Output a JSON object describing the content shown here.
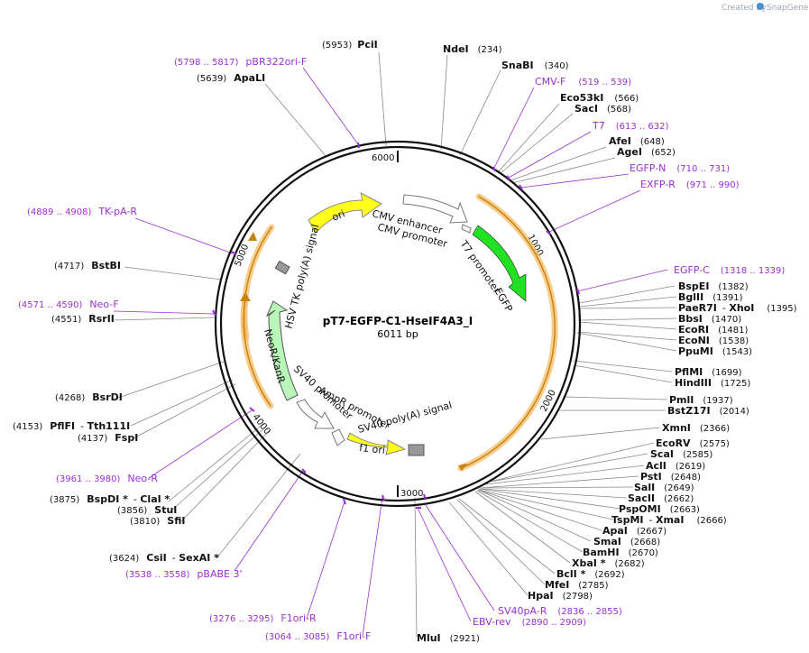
{
  "brand": {
    "created_by": "Created by",
    "name": "SnapGene"
  },
  "plasmid": {
    "name": "pT7-EGFP-C1-HseIF4A3_I",
    "length_label": "6011 bp"
  },
  "ticks": [
    "1000",
    "2000",
    "3000",
    "4000",
    "5000",
    "6000"
  ],
  "colors": {
    "primer": "#9b30d0",
    "egfp": "#22e022",
    "ori": "#ffff1a",
    "f1ori": "#ffff1a",
    "neor": "#b8f7b8",
    "orange_band": "#f5c070",
    "gray_feature": "#ffffff",
    "polyA_box": "#999999"
  },
  "features": [
    {
      "name": "ori",
      "kind": "yellow-arrow"
    },
    {
      "name": "CMV enhancer",
      "kind": "white-arrow"
    },
    {
      "name": "CMV promoter",
      "kind": "white-arrow"
    },
    {
      "name": "T7 promoter",
      "kind": "white-arrow"
    },
    {
      "name": "EGFP",
      "kind": "green-arrow"
    },
    {
      "name": "HSV TK poly(A) signal",
      "kind": "gray-box"
    },
    {
      "name": "NeoR/KanR",
      "kind": "light-green-arrow"
    },
    {
      "name": "SV40 promoter",
      "kind": "white-arrow"
    },
    {
      "name": "AmpR promoter",
      "kind": "white-arrow"
    },
    {
      "name": "SV40 poly(A) signal",
      "kind": "gray-box"
    },
    {
      "name": "f1 ori",
      "kind": "yellow-arrow"
    }
  ],
  "labels": [
    {
      "id": "pcii",
      "pos": "(5953)",
      "name": "PciI",
      "type": "enzyme"
    },
    {
      "id": "ndei",
      "name": "NdeI",
      "pos": "(234)",
      "type": "enzyme"
    },
    {
      "id": "snabi",
      "name": "SnaBI",
      "pos": "(340)",
      "type": "enzyme"
    },
    {
      "id": "cmvf",
      "name": "CMV-F",
      "pos": "(519 .. 539)",
      "type": "primer"
    },
    {
      "id": "eco53ki",
      "name": "Eco53kI",
      "pos": "(566)",
      "type": "enzyme"
    },
    {
      "id": "saci",
      "name": "SacI",
      "pos": "(568)",
      "type": "enzyme"
    },
    {
      "id": "t7",
      "name": "T7",
      "pos": "(613 .. 632)",
      "type": "primer"
    },
    {
      "id": "afei",
      "name": "AfeI",
      "pos": "(648)",
      "type": "enzyme"
    },
    {
      "id": "agei",
      "name": "AgeI",
      "pos": "(652)",
      "type": "enzyme"
    },
    {
      "id": "egfpn",
      "name": "EGFP-N",
      "pos": "(710 .. 731)",
      "type": "primer"
    },
    {
      "id": "exfpr",
      "name": "EXFP-R",
      "pos": "(971 .. 990)",
      "type": "primer"
    },
    {
      "id": "pbr322",
      "pos": "(5798 .. 5817)",
      "name": "pBR322ori-F",
      "type": "primer"
    },
    {
      "id": "apali",
      "pos": "(5639)",
      "name": "ApaLI",
      "type": "enzyme"
    },
    {
      "id": "tkpa",
      "pos": "(4889 .. 4908)",
      "name": "TK-pA-R",
      "type": "primer"
    },
    {
      "id": "bstbi",
      "pos": "(4717)",
      "name": "BstBI",
      "type": "enzyme"
    },
    {
      "id": "neof",
      "pos": "(4571 .. 4590)",
      "name": "Neo-F",
      "type": "primer"
    },
    {
      "id": "rsrii",
      "pos": "(4551)",
      "name": "RsrII",
      "type": "enzyme"
    },
    {
      "id": "bsrdi",
      "pos": "(4268)",
      "name": "BsrDI",
      "type": "enzyme"
    },
    {
      "id": "pflfi",
      "pos": "(4153)",
      "name": "PflFI",
      "name2": "Tth111I",
      "type": "enzyme"
    },
    {
      "id": "fspi",
      "pos": "(4137)",
      "name": "FspI",
      "type": "enzyme"
    },
    {
      "id": "neor",
      "pos": "(3961 .. 3980)",
      "name": "Neo-R",
      "type": "primer"
    },
    {
      "id": "bspdi",
      "pos": "(3875)",
      "name": "BspDI *",
      "name2": "ClaI *",
      "type": "enzyme"
    },
    {
      "id": "stui",
      "pos": "(3856)",
      "name": "StuI",
      "type": "enzyme"
    },
    {
      "id": "sfii",
      "pos": "(3810)",
      "name": "SfiI",
      "type": "enzyme"
    },
    {
      "id": "csii",
      "pos": "(3624)",
      "name": "CsiI",
      "name2": "SexAI *",
      "type": "enzyme"
    },
    {
      "id": "pbabe",
      "pos": "(3538 .. 3558)",
      "name": "pBABE 3'",
      "type": "primer"
    },
    {
      "id": "f1orir",
      "pos": "(3276 .. 3295)",
      "name": "F1ori-R",
      "type": "primer"
    },
    {
      "id": "f1orif",
      "pos": "(3064 .. 3085)",
      "name": "F1ori-F",
      "type": "primer"
    },
    {
      "id": "mlui",
      "name": "MluI",
      "pos": "(2921)",
      "type": "enzyme"
    },
    {
      "id": "egfpc",
      "name": "EGFP-C",
      "pos": "(1318 .. 1339)",
      "type": "primer"
    },
    {
      "id": "bspei",
      "name": "BspEI",
      "pos": "(1382)",
      "type": "enzyme"
    },
    {
      "id": "bglii",
      "name": "BglII",
      "pos": "(1391)",
      "type": "enzyme"
    },
    {
      "id": "pae",
      "name": "PaeR7I",
      "name2": "XhoI",
      "pos": "(1395)",
      "type": "enzyme"
    },
    {
      "id": "bbsi",
      "name": "BbsI",
      "pos": "(1470)",
      "type": "enzyme"
    },
    {
      "id": "ecori",
      "name": "EcoRI",
      "pos": "(1481)",
      "type": "enzyme"
    },
    {
      "id": "econi",
      "name": "EcoNI",
      "pos": "(1538)",
      "type": "enzyme"
    },
    {
      "id": "ppumi",
      "name": "PpuMI",
      "pos": "(1543)",
      "type": "enzyme"
    },
    {
      "id": "pflmi",
      "name": "PflMI",
      "pos": "(1699)",
      "type": "enzyme"
    },
    {
      "id": "hindiii",
      "name": "HindIII",
      "pos": "(1725)",
      "type": "enzyme"
    },
    {
      "id": "pmli",
      "name": "PmlI",
      "pos": "(1937)",
      "type": "enzyme"
    },
    {
      "id": "bstz17i",
      "name": "BstZ17I",
      "pos": "(2014)",
      "type": "enzyme"
    },
    {
      "id": "xmni",
      "name": "XmnI",
      "pos": "(2366)",
      "type": "enzyme"
    },
    {
      "id": "ecorv",
      "name": "EcoRV",
      "pos": "(2575)",
      "type": "enzyme"
    },
    {
      "id": "scai",
      "name": "ScaI",
      "pos": "(2585)",
      "type": "enzyme"
    },
    {
      "id": "acli",
      "name": "AclI",
      "pos": "(2619)",
      "type": "enzyme"
    },
    {
      "id": "psti",
      "name": "PstI",
      "pos": "(2648)",
      "type": "enzyme"
    },
    {
      "id": "sali",
      "name": "SalI",
      "pos": "(2649)",
      "type": "enzyme"
    },
    {
      "id": "sacii",
      "name": "SacII",
      "pos": "(2662)",
      "type": "enzyme"
    },
    {
      "id": "psp",
      "name": "PspOMI",
      "pos": "(2663)",
      "type": "enzyme"
    },
    {
      "id": "tspmi",
      "name": "TspMI",
      "name2": "XmaI",
      "pos": "(2666)",
      "type": "enzyme"
    },
    {
      "id": "apai",
      "name": "ApaI",
      "pos": "(2667)",
      "type": "enzyme"
    },
    {
      "id": "smai",
      "name": "SmaI",
      "pos": "(2668)",
      "type": "enzyme"
    },
    {
      "id": "bamhi",
      "name": "BamHI",
      "pos": "(2670)",
      "type": "enzyme"
    },
    {
      "id": "xbai",
      "name": "XbaI *",
      "pos": "(2682)",
      "type": "enzyme"
    },
    {
      "id": "bcli",
      "name": "BclI *",
      "pos": "(2692)",
      "type": "enzyme"
    },
    {
      "id": "mfei",
      "name": "MfeI",
      "pos": "(2785)",
      "type": "enzyme"
    },
    {
      "id": "hpai",
      "name": "HpaI",
      "pos": "(2798)",
      "type": "enzyme"
    },
    {
      "id": "sv40par",
      "name": "SV40pA-R",
      "pos": "(2836 .. 2855)",
      "type": "primer"
    },
    {
      "id": "ebvrev",
      "name": "EBV-rev",
      "pos": "(2890 .. 2909)",
      "type": "primer"
    }
  ]
}
